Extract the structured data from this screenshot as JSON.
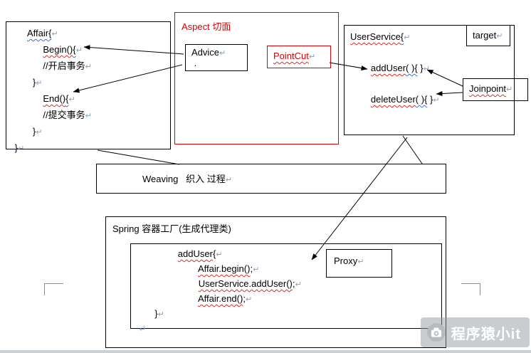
{
  "diagram": {
    "affair": {
      "lines": [
        [
          {
            "t": "      "
          },
          {
            "t": "Affair{",
            "u": "blue"
          },
          {
            "t": "↵",
            "u": "mark"
          }
        ],
        [
          {
            "t": "            "
          },
          {
            "t": "Begin()",
            "u": "red"
          },
          {
            "t": "{",
            "u": "blue"
          },
          {
            "t": "↵",
            "u": "mark"
          }
        ],
        [
          {
            "t": "            //开启事务"
          },
          {
            "t": "↵",
            "u": "mark"
          }
        ],
        [
          {
            "t": "        }"
          },
          {
            "t": "↵",
            "u": "mark"
          }
        ],
        [
          {
            "t": "            "
          },
          {
            "t": "End()",
            "u": "red"
          },
          {
            "t": "{",
            "u": "blue"
          },
          {
            "t": "↵",
            "u": "mark"
          }
        ],
        [
          {
            "t": "            //提交事务"
          },
          {
            "t": "↵",
            "u": "mark"
          }
        ],
        [
          {
            "t": "        }"
          },
          {
            "t": "↵",
            "u": "mark"
          }
        ],
        [
          {
            "t": " }"
          },
          {
            "t": "↵",
            "u": "mark"
          }
        ]
      ]
    },
    "aspect": {
      "title": "Aspect  切面"
    },
    "advice": {
      "lines": [
        [
          {
            "t": "Advice"
          },
          {
            "t": "↵",
            "u": "mark"
          }
        ],
        [
          {
            "t": " ."
          }
        ]
      ]
    },
    "pointcut": {
      "lines": [
        [
          {
            "t": "PointCut",
            "u": "red"
          },
          {
            "t": "↵",
            "u": "mark"
          }
        ]
      ]
    },
    "userservice": {
      "lines": [
        [
          {
            "t": "UserService",
            "u": "red"
          },
          {
            "t": "{",
            "u": "blue"
          },
          {
            "t": "↵",
            "u": "mark"
          }
        ],
        [],
        [
          {
            "t": "        "
          },
          {
            "t": "addUser",
            "u": "red"
          },
          {
            "t": "( ){",
            "u": "blue"
          },
          {
            "t": " }"
          },
          {
            "t": "↵",
            "u": "mark"
          }
        ],
        [],
        [
          {
            "t": "        "
          },
          {
            "t": "deleteUser",
            "u": "red"
          },
          {
            "t": "( ){",
            "u": "blue"
          },
          {
            "t": " }"
          },
          {
            "t": "↵",
            "u": "mark"
          }
        ]
      ]
    },
    "target": {
      "lines": [
        [
          {
            "t": "target"
          },
          {
            "t": "↵",
            "u": "mark"
          }
        ]
      ]
    },
    "joinpoint": {
      "lines": [
        [
          {
            "t": "Joinpoint",
            "u": "red"
          },
          {
            "t": "↵",
            "u": "mark"
          }
        ]
      ]
    },
    "weaving": {
      "lines": [
        [
          {
            "t": "Weaving   织入 过程"
          },
          {
            "t": "↵",
            "u": "mark"
          }
        ]
      ]
    },
    "spring": {
      "title": "Spring 容器工厂(生成代理类)",
      "code_lines": [
        [
          {
            "t": "                "
          },
          {
            "t": "addUser",
            "u": "red"
          },
          {
            "t": "{"
          },
          {
            "t": "↵",
            "u": "mark"
          }
        ],
        [
          {
            "t": "                        "
          },
          {
            "t": "Affair.begin()",
            "u": "red"
          },
          {
            "t": ";"
          },
          {
            "t": "↵",
            "u": "mark"
          }
        ],
        [
          {
            "t": "                        "
          },
          {
            "t": "UserService.addUser()",
            "u": "red"
          },
          {
            "t": ";"
          },
          {
            "t": "↵",
            "u": "mark"
          }
        ],
        [
          {
            "t": "                        "
          },
          {
            "t": "Affair.end()",
            "u": "red"
          },
          {
            "t": ";"
          },
          {
            "t": "↵",
            "u": "mark"
          }
        ],
        [
          {
            "t": "       }"
          },
          {
            "t": "↵",
            "u": "mark"
          }
        ],
        [
          {
            "t": " "
          },
          {
            "t": "↵",
            "u": "mark"
          }
        ]
      ],
      "proxy_lines": [
        [
          {
            "t": "Proxy"
          },
          {
            "t": "↵",
            "u": "mark"
          }
        ]
      ]
    }
  },
  "watermark": {
    "text": "程序猿小it",
    "icon": "camera-logo-icon"
  },
  "colors": {
    "accent_red": "#dd0000",
    "spell_check_red": "#d93025",
    "grammar_check_blue": "#3b6fd8",
    "formatting_mark_gray": "#8aa0b8",
    "border_black": "#000000",
    "watermark_gray": "#969ca2"
  }
}
